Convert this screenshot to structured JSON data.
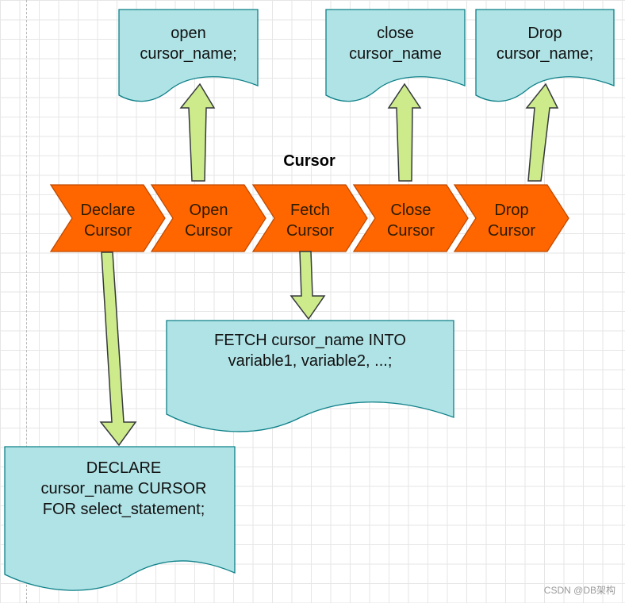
{
  "diagram": {
    "title": "Cursor",
    "steps": [
      {
        "id": "declare",
        "line1": "Declare",
        "line2": "Cursor"
      },
      {
        "id": "open",
        "line1": "Open",
        "line2": "Cursor"
      },
      {
        "id": "fetch",
        "line1": "Fetch",
        "line2": "Cursor"
      },
      {
        "id": "close",
        "line1": "Close",
        "line2": "Cursor"
      },
      {
        "id": "drop",
        "line1": "Drop",
        "line2": "Cursor"
      }
    ],
    "docs": {
      "open": [
        "open",
        "cursor_name;"
      ],
      "close": [
        "close",
        "cursor_name"
      ],
      "drop": [
        "Drop",
        "cursor_name;"
      ],
      "fetch": [
        "FETCH cursor_name INTO",
        "variable1, variable2, ...;"
      ],
      "declare": [
        "DECLARE",
        "cursor_name CURSOR",
        "FOR select_statement;"
      ]
    },
    "colors": {
      "chevron_fill": "#ff6600",
      "chevron_stroke": "#c04a00",
      "doc_fill": "#b0e3e6",
      "doc_stroke": "#0e8088",
      "arrow_fill": "#cdeb8b",
      "arrow_stroke": "#36393d"
    }
  },
  "watermark": "CSDN @DB架构"
}
